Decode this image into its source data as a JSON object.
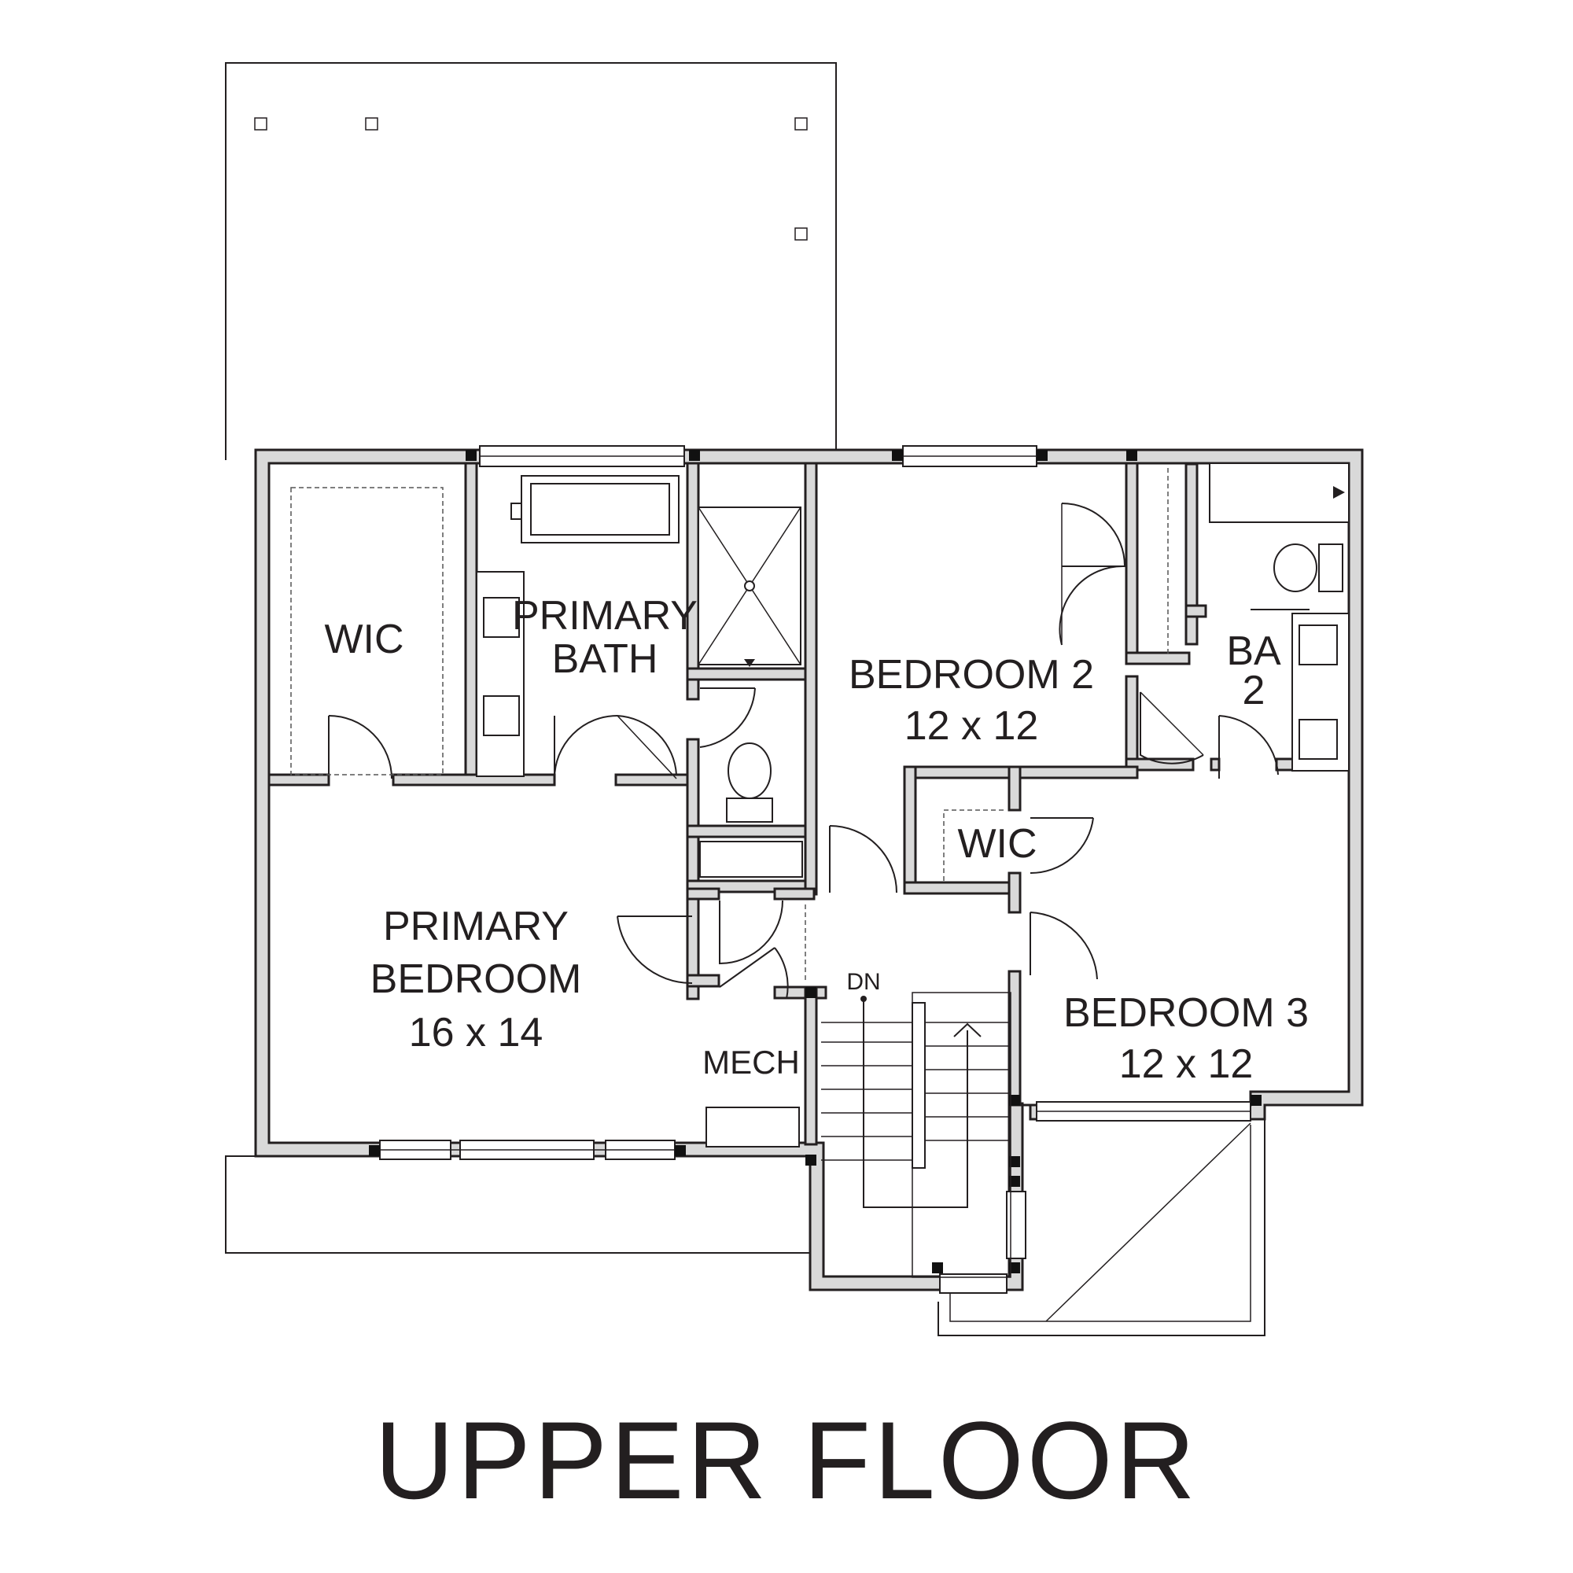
{
  "plan": {
    "title": "UPPER FLOOR",
    "rooms": {
      "wic_primary": "WIC",
      "primary_bath_line1": "PRIMARY",
      "primary_bath_line2": "BATH",
      "primary_bedroom_line1": "PRIMARY",
      "primary_bedroom_line2": "BEDROOM",
      "primary_bedroom_size": "16 x 14",
      "bedroom2_name": "BEDROOM 2",
      "bedroom2_size": "12 x 12",
      "bath2_line1": "BA",
      "bath2_line2": "2",
      "wic_bedroom3": "WIC",
      "bedroom3_name": "BEDROOM 3",
      "bedroom3_size": "12 x 12",
      "mech": "MECH",
      "stair_label": "DN"
    },
    "colors": {
      "wall_fill": "#d9d9d9",
      "line": "#231f20",
      "background": "#ffffff"
    }
  }
}
